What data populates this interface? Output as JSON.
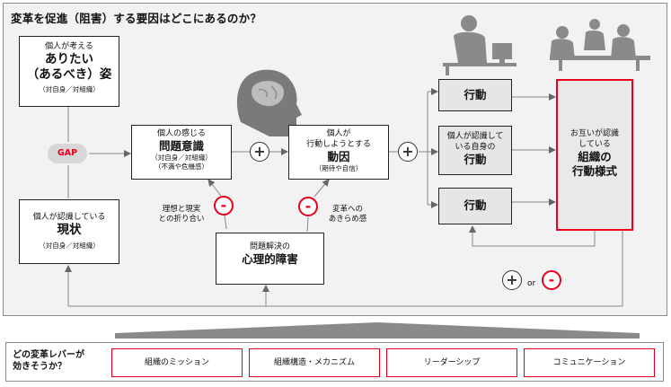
{
  "title": "変革を促進（阻害）する要因はどこにあるのか？",
  "ideal": {
    "line1": "個人が考える",
    "main1": "ありたい",
    "main2": "（あるべき）姿",
    "sub": "（対自身／対組織）"
  },
  "gap": "GAP",
  "current": {
    "line1": "個人が認識している",
    "main": "現状",
    "sub": "（対自身／対組織）"
  },
  "problem": {
    "line1": "個人の感じる",
    "main": "問題意識",
    "sub1": "（対自身／対組織）",
    "sub2": "（不満や危機感）"
  },
  "motive": {
    "line1": "個人が",
    "line2": "行動しようとする",
    "main": "動因",
    "sub": "（期待や自信）"
  },
  "barrier": {
    "line1": "問題解決の",
    "main": "心理的障害"
  },
  "label_left": {
    "l1": "理想と現実",
    "l2": "との折り合い"
  },
  "label_right": {
    "l1": "変革への",
    "l2": "あきらめ感"
  },
  "actions": [
    {
      "main": "行動"
    },
    {
      "pre1": "個人が認識して",
      "pre2": "いる自身の",
      "main": "行動"
    },
    {
      "main": "行動"
    }
  ],
  "org": {
    "line1": "お互いが認識",
    "line2": "している",
    "main1": "組織の",
    "main2": "行動様式"
  },
  "signs": {
    "plus": "+",
    "minus": "-",
    "or": "or"
  },
  "question": {
    "l1": "どの変革レバーが",
    "l2": "効きそうか？"
  },
  "levers": [
    "組織のミッション",
    "組織構造・メカニズム",
    "リーダーシップ",
    "コミュニケーション"
  ]
}
